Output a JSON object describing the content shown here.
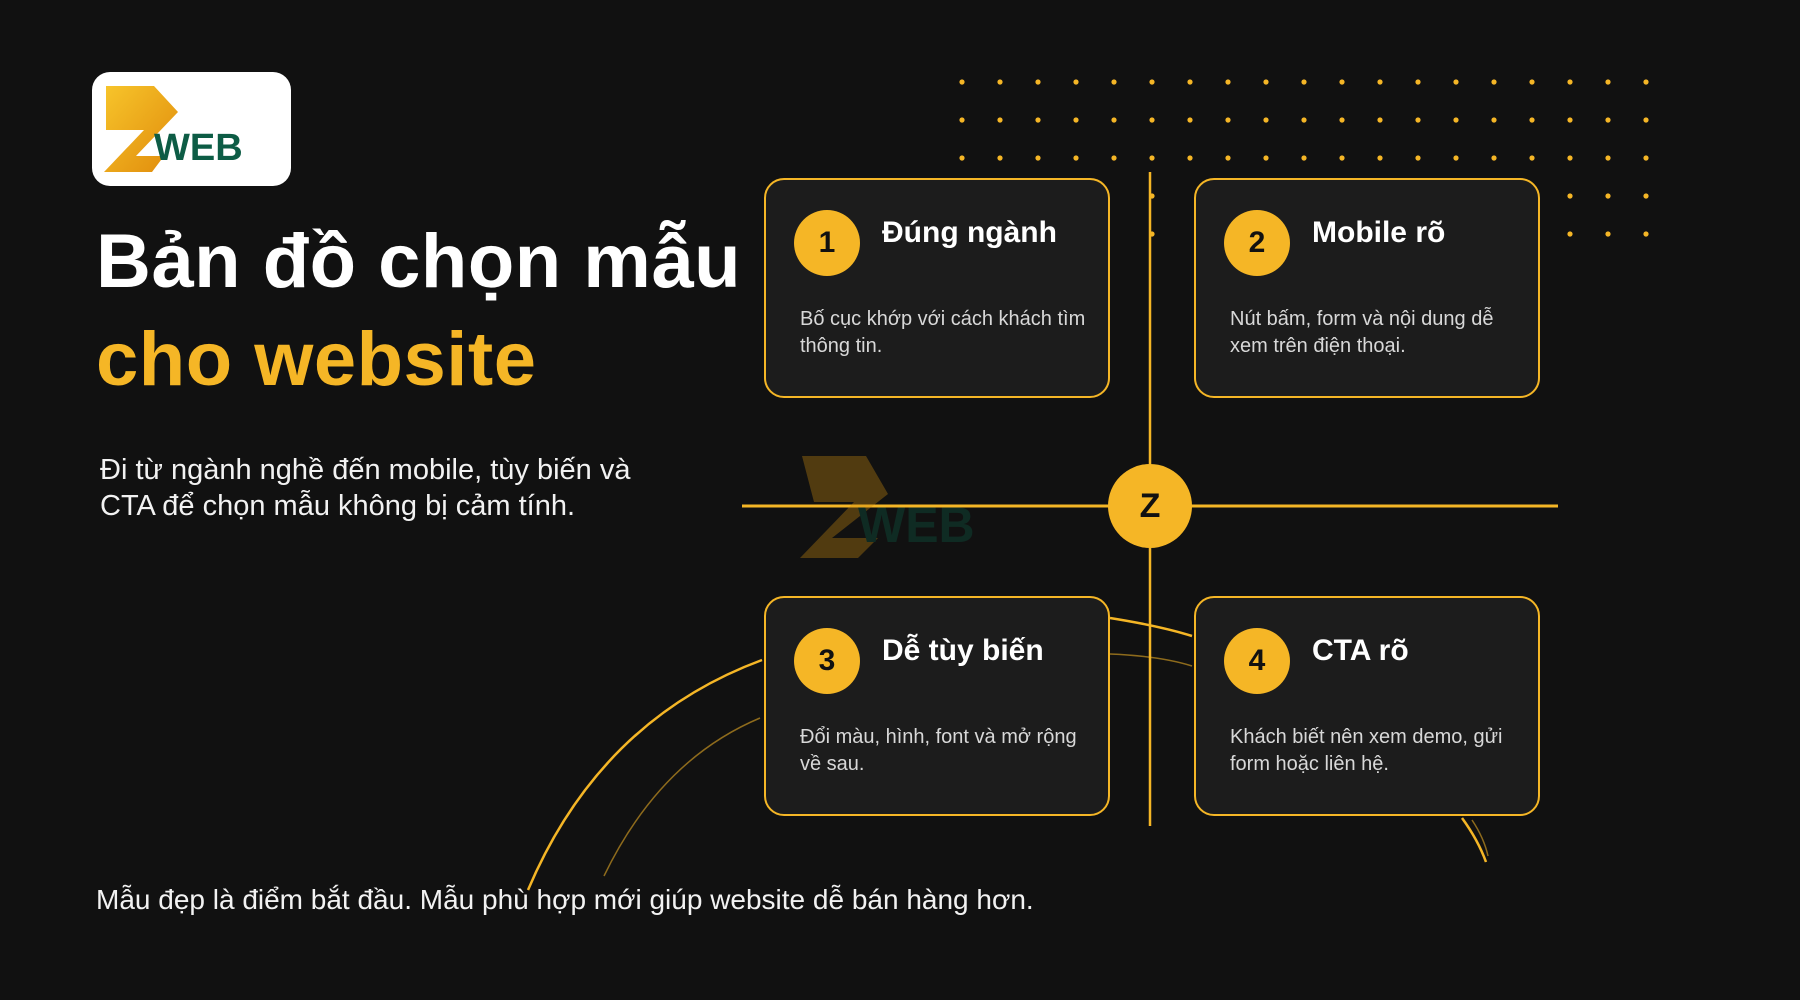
{
  "brand": {
    "logo_text": "WEB",
    "accent_color": "#f5b626",
    "dark_green": "#0d5c45"
  },
  "title": {
    "line1": "Bản đồ chọn mẫu",
    "line2": "cho website"
  },
  "subtitle": "Đi từ ngành nghề đến mobile, tùy biến và CTA để chọn mẫu không bị cảm tính.",
  "center_badge": "Z",
  "cards": [
    {
      "number": "1",
      "title": "Đúng ngành",
      "description": "Bố cục khớp với cách khách tìm thông tin."
    },
    {
      "number": "2",
      "title": "Mobile rõ",
      "description": "Nút bấm, form và nội dung dễ xem trên điện thoại."
    },
    {
      "number": "3",
      "title": "Dễ tùy biến",
      "description": "Đổi màu, hình, font và mở rộng về sau."
    },
    {
      "number": "4",
      "title": "CTA rõ",
      "description": "Khách biết nên xem demo, gửi form hoặc liên hệ."
    }
  ],
  "footer": "Mẫu đẹp là điểm bắt đầu. Mẫu phù hợp mới giúp website dễ bán hàng hơn."
}
